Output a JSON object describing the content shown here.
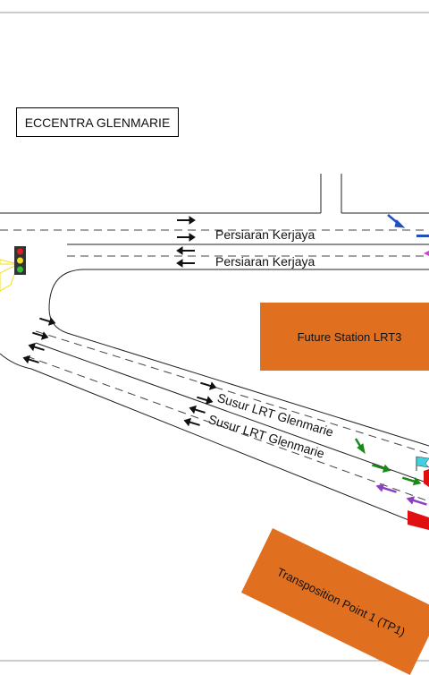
{
  "site_label": "ECCENTRA GLENMARIE",
  "road_main": {
    "lane_1_name": "Persiaran Kerjaya",
    "lane_2_name": "Persiaran Kerjaya"
  },
  "road_diagonal": {
    "lane_1_name": "Susur LRT Glenmarie",
    "lane_2_name": "Susur LRT Glenmarie"
  },
  "zones": {
    "future_station": "Future Station LRT3",
    "transposition_point": "Transposition Point 1 (TP1)"
  },
  "colors": {
    "zone_fill": "#e07020",
    "marker_red": "#e01010",
    "arrow_green": "#1a8a1a",
    "arrow_purple": "#8a40c0",
    "arrow_blue": "#2050c0",
    "flag_cyan": "#40d0e0",
    "traffic_light_yellow": "#f0e020"
  }
}
